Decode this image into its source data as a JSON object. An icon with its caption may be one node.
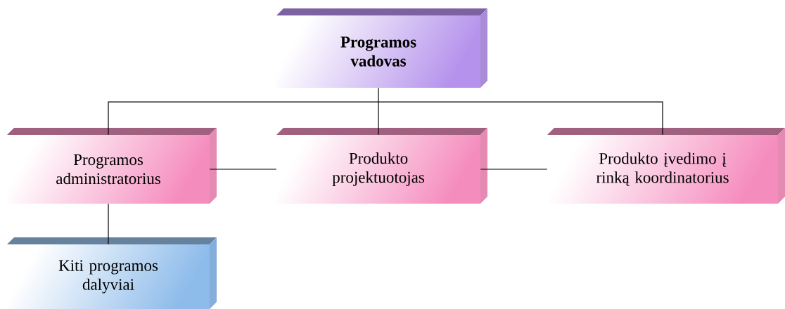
{
  "diagram": {
    "nodes": [
      {
        "text": [
          "Programos vadovas"
        ]
      },
      {
        "text": [
          "Programos administratorius"
        ]
      },
      {
        "text": [
          "Produkto projektuotojas"
        ]
      },
      {
        "text": [
          "Produkto įvedimo į rinką koordinatorius"
        ]
      },
      {
        "text": [
          "Kiti programos dalyviai"
        ]
      }
    ],
    "edges": [
      {
        "from": 0,
        "to": 1,
        "arrow": "none"
      },
      {
        "from": 0,
        "to": 2,
        "arrow": "none"
      },
      {
        "from": 0,
        "to": 3,
        "arrow": "none"
      },
      {
        "from": 1,
        "to": 2,
        "arrow": "none"
      },
      {
        "from": 2,
        "to": 3,
        "arrow": "none"
      },
      {
        "from": 1,
        "to": 4,
        "arrow": "none"
      }
    ]
  }
}
